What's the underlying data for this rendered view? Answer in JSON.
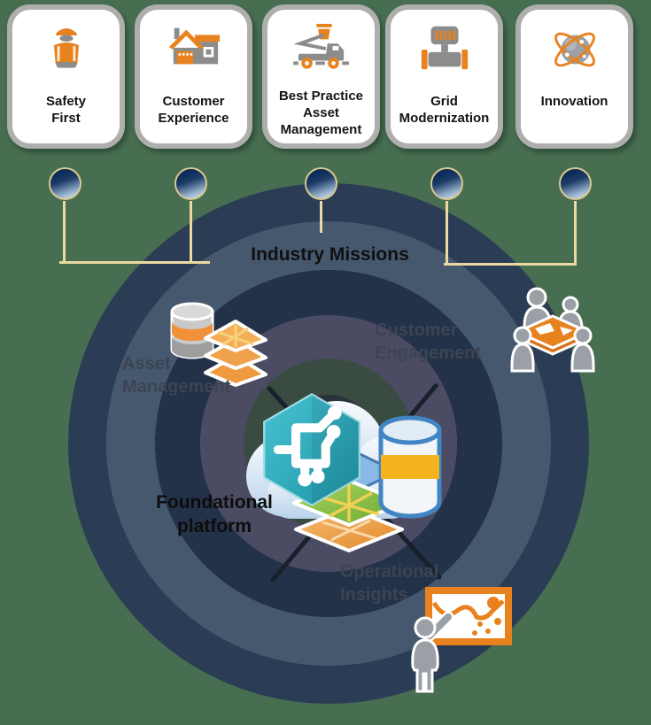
{
  "cards": [
    {
      "label": "Safety First",
      "icon": "safety-worker-icon"
    },
    {
      "label": "Customer Experience",
      "icon": "house-icon"
    },
    {
      "label": "Best Practice Asset Management",
      "icon": "bucket-truck-icon"
    },
    {
      "label": "Grid Modernization",
      "icon": "gas-meter-icon"
    },
    {
      "label": "Innovation",
      "icon": "atom-icon"
    }
  ],
  "industry_missions": {
    "label": "Industry Missions"
  },
  "platform": {
    "foundational_label": "Foundational platform",
    "segments": {
      "asset_management": "Asset Management",
      "customer_engagement": "Customer Engagement",
      "operational_insights": "Operational Insights"
    },
    "segment_icons": [
      "database-layers-icon",
      "people-meeting-icon",
      "presentation-chart-icon"
    ],
    "center_icons": [
      "cloud-icon",
      "utility-network-hexagon-icon",
      "database-icon",
      "map-layers-icon",
      "arrow-icon"
    ]
  },
  "colors": {
    "background_green": "#486e51",
    "accent_orange": "#e8821e",
    "icon_gray": "#8c8c8c",
    "connector_cream": "#ecd9a2",
    "sphere_navy": "#0b2b58",
    "ring_outer_navy": "#2b3d55",
    "ring_slate_blue": "#46586e",
    "ring_dark_navy": "#233248",
    "ring_purple_slate": "#4b4b63",
    "ring_dark_green": "#3a4c42",
    "ring_center": "#28333c",
    "hexagon_teal": "#2db0c2",
    "db_band_yellow": "#f5b41e",
    "layer_green": "#8dc63f",
    "layer_orange": "#f0a14b"
  }
}
